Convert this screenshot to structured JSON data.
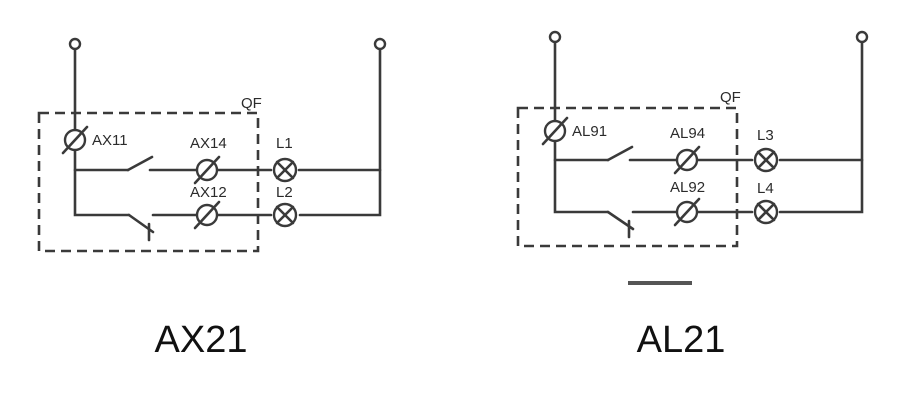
{
  "diagrams": [
    {
      "breaker_label": "QF",
      "contact_top_label": "AX11",
      "contact_mid_label": "AX14",
      "contact_bottom_label": "AX12",
      "lamp1_label": "L1",
      "lamp2_label": "L2",
      "caption": "AX21"
    },
    {
      "breaker_label": "QF",
      "contact_top_label": "AL91",
      "contact_mid_label": "AL94",
      "contact_bottom_label": "AL92",
      "lamp1_label": "L3",
      "lamp2_label": "L4",
      "caption": "AL21"
    }
  ],
  "colors": {
    "line": "#3a3a3a",
    "text": "#111111"
  }
}
